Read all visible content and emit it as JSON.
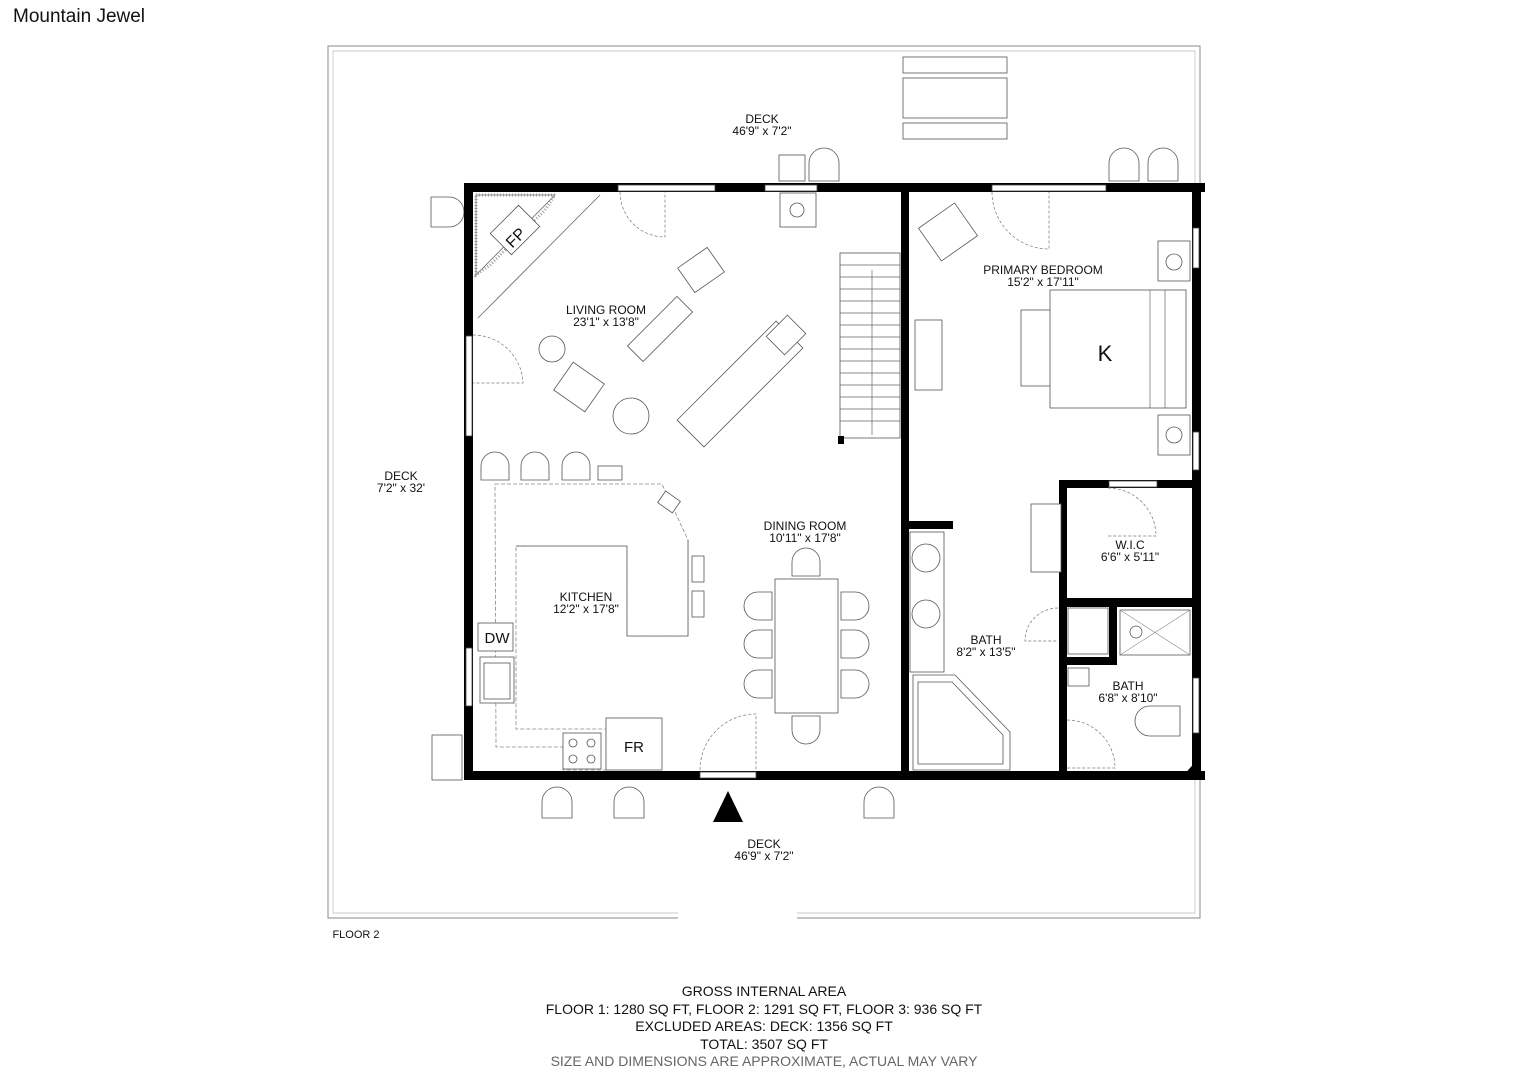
{
  "title": "Mountain Jewel",
  "floor_label": "FLOOR 2",
  "rooms": {
    "deck_top": {
      "name": "DECK",
      "dims": "46'9\" x 7'2\""
    },
    "deck_left": {
      "name": "DECK",
      "dims": "7'2\" x 32'"
    },
    "deck_bottom": {
      "name": "DECK",
      "dims": "46'9\" x 7'2\""
    },
    "living": {
      "name": "LIVING ROOM",
      "dims": "23'1\" x 13'8\""
    },
    "primary_bedroom": {
      "name": "PRIMARY BEDROOM",
      "dims": "15'2\" x 17'11\""
    },
    "dining": {
      "name": "DINING ROOM",
      "dims": "10'11\" x 17'8\""
    },
    "kitchen": {
      "name": "KITCHEN",
      "dims": "12'2\" x 17'8\""
    },
    "wic": {
      "name": "W.I.C",
      "dims": "6'6\" x 5'11\""
    },
    "bath_main": {
      "name": "BATH",
      "dims": "8'2\" x 13'5\""
    },
    "bath_small": {
      "name": "BATH",
      "dims": "6'8\" x 8'10\""
    }
  },
  "fixtures": {
    "fireplace": "FP",
    "bed": "K",
    "dishwasher": "DW",
    "fridge": "FR"
  },
  "footer": {
    "heading": "GROSS INTERNAL AREA",
    "floors": "FLOOR 1: 1280 SQ FT, FLOOR 2: 1291 SQ FT, FLOOR 3: 936 SQ FT",
    "excluded": "EXCLUDED AREAS: DECK: 1356 SQ FT",
    "total": "TOTAL: 3507 SQ FT",
    "disclaimer": "SIZE AND DIMENSIONS ARE APPROXIMATE, ACTUAL MAY VARY"
  }
}
